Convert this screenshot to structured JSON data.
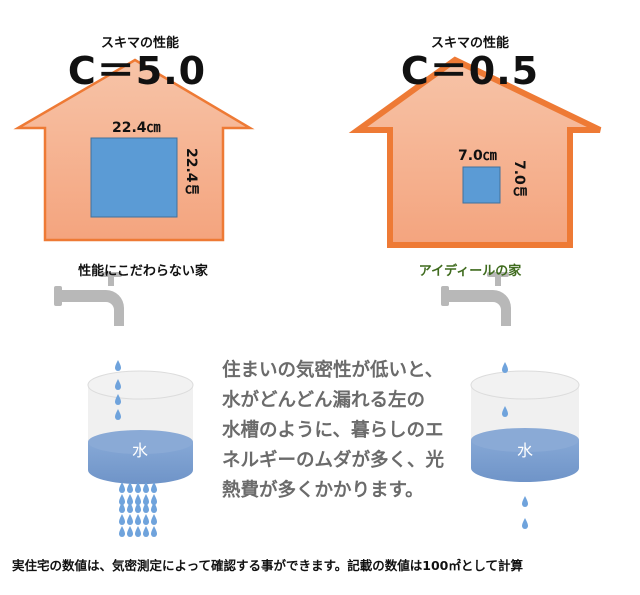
{
  "left_house": {
    "heading": "スキマの性能",
    "value": "C＝5.0",
    "width_label": "22.4㎝",
    "height_label": "22.4㎝",
    "caption": "性能にこだわらない家"
  },
  "right_house": {
    "heading": "スキマの性能",
    "value": "C＝0.5",
    "width_label": "7.0㎝",
    "height_label": "7.0㎝",
    "caption": "アイディールの家"
  },
  "message": "住まいの気密性が低いと、\n水がどんどん漏れる左の\n水槽のように、暮らしのエ\nネルギーのムダが多く、光\n熱費が多くかかります。",
  "tank_label": "水",
  "footnote": "実住宅の数値は、気密測定によって確認する事ができます。記載の数値は100㎡として計算",
  "colors": {
    "house_fill": "#f5a983",
    "house_stroke": "#ee7a35",
    "gap": "#5b9bd5",
    "caption_green": "#3f6b1e",
    "water": "#7b9fd0"
  }
}
